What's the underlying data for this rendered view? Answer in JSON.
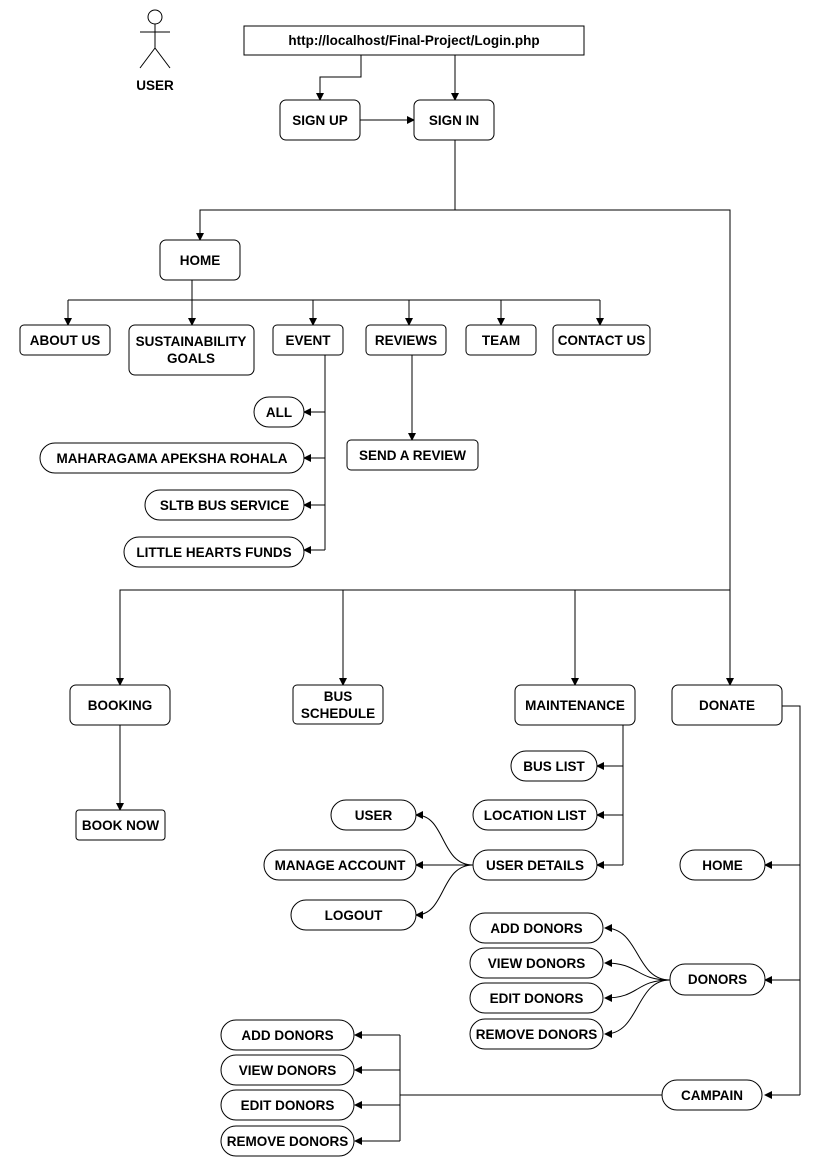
{
  "actor": {
    "label": "USER"
  },
  "nodes": {
    "url": "http://localhost/Final-Project/Login.php",
    "sign_up": "SIGN UP",
    "sign_in": "SIGN IN",
    "home": "HOME",
    "about_us": "ABOUT US",
    "sustainability_goals": [
      "SUSTAINABILITY",
      "GOALS"
    ],
    "event": "EVENT",
    "reviews": "REVIEWS",
    "team": "TEAM",
    "contact_us": "CONTACT US",
    "event_all": "ALL",
    "event_maharagama": "MAHARAGAMA APEKSHA ROHALA",
    "event_sltb": "SLTB BUS SERVICE",
    "event_little_hearts": "LITTLE HEARTS FUNDS",
    "send_a_review": "SEND A REVIEW",
    "booking": "BOOKING",
    "bus_schedule": [
      "BUS",
      "SCHEDULE"
    ],
    "maintenance": "MAINTENANCE",
    "donate": "DONATE",
    "book_now": "BOOK NOW",
    "bus_list": "BUS LIST",
    "location_list": "LOCATION LIST",
    "user_details": "USER DETAILS",
    "user": "USER",
    "manage_account": "MANAGE ACCOUNT",
    "logout": "LOGOUT",
    "donate_home": "HOME",
    "donors": "DONORS",
    "donors_add": "ADD DONORS",
    "donors_view": "VIEW DONORS",
    "donors_edit": "EDIT DONORS",
    "donors_remove": "REMOVE DONORS",
    "campain": "CAMPAIN",
    "campain_add": "ADD DONORS",
    "campain_view": "VIEW DONORS",
    "campain_edit": "EDIT DONORS",
    "campain_remove": "REMOVE DONORS"
  },
  "edges": [
    [
      "url",
      "sign_up"
    ],
    [
      "url",
      "sign_in"
    ],
    [
      "sign_up",
      "sign_in"
    ],
    [
      "sign_in",
      "home"
    ],
    [
      "sign_in",
      "booking"
    ],
    [
      "sign_in",
      "bus_schedule"
    ],
    [
      "sign_in",
      "maintenance"
    ],
    [
      "sign_in",
      "donate"
    ],
    [
      "home",
      "about_us"
    ],
    [
      "home",
      "sustainability_goals"
    ],
    [
      "home",
      "event"
    ],
    [
      "home",
      "reviews"
    ],
    [
      "home",
      "team"
    ],
    [
      "home",
      "contact_us"
    ],
    [
      "event",
      "event_all"
    ],
    [
      "event",
      "event_maharagama"
    ],
    [
      "event",
      "event_sltb"
    ],
    [
      "event",
      "event_little_hearts"
    ],
    [
      "reviews",
      "send_a_review"
    ],
    [
      "booking",
      "book_now"
    ],
    [
      "maintenance",
      "bus_list"
    ],
    [
      "maintenance",
      "location_list"
    ],
    [
      "maintenance",
      "user_details"
    ],
    [
      "user_details",
      "user"
    ],
    [
      "user_details",
      "manage_account"
    ],
    [
      "user_details",
      "logout"
    ],
    [
      "donate",
      "donate_home"
    ],
    [
      "donate",
      "donors"
    ],
    [
      "donate",
      "campain"
    ],
    [
      "donors",
      "donors_add"
    ],
    [
      "donors",
      "donors_view"
    ],
    [
      "donors",
      "donors_edit"
    ],
    [
      "donors",
      "donors_remove"
    ],
    [
      "campain",
      "campain_add"
    ],
    [
      "campain",
      "campain_view"
    ],
    [
      "campain",
      "campain_edit"
    ],
    [
      "campain",
      "campain_remove"
    ]
  ]
}
